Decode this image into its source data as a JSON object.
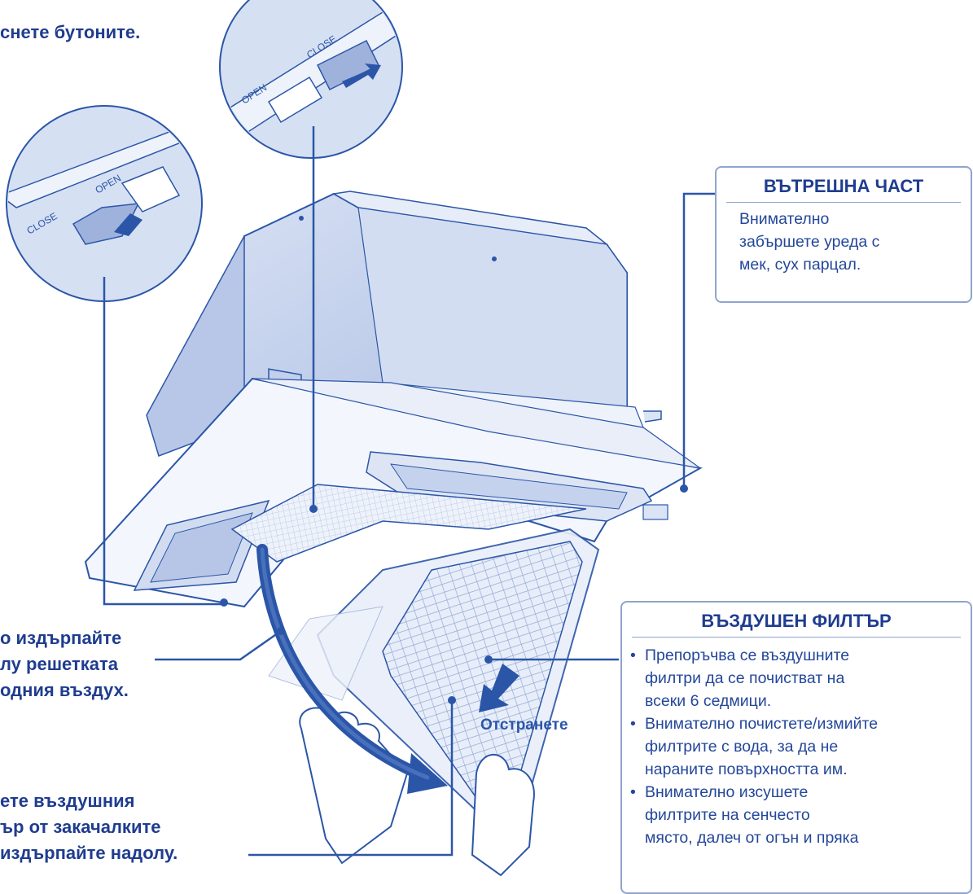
{
  "steps": {
    "top": "снете бутоните.",
    "middle": [
      "о издърпайте",
      "лу решетката",
      "одния въздух."
    ],
    "bottom": [
      "ете въздушния",
      "ър от закачалките",
      "издърпайте надолу."
    ]
  },
  "diagram": {
    "remove_label": "Отстранете",
    "button_close": "CLOSE",
    "button_open": "OPEN"
  },
  "inner_part": {
    "title": "ВЪТРЕШНА ЧАСТ",
    "lines": [
      "Внимателно",
      "забършете уреда с",
      "мек, сух парцал."
    ]
  },
  "air_filter": {
    "title": "ВЪЗДУШЕН ФИЛТЪР",
    "bullets": [
      [
        "Препоръчва се въздушните",
        "филтри да се почистват на",
        "всеки 6 седмици."
      ],
      [
        "Внимателно почистете/измийте",
        "филтрите с вода, за да не",
        "нараните повърхността им."
      ],
      [
        "Внимателно изсушете",
        "филтрите на сенчесто",
        "място, далеч от огън и пряка"
      ]
    ]
  },
  "colors": {
    "line": "#2b56a8",
    "fill": "#dbe4f5",
    "dark": "#1f3c8f"
  }
}
